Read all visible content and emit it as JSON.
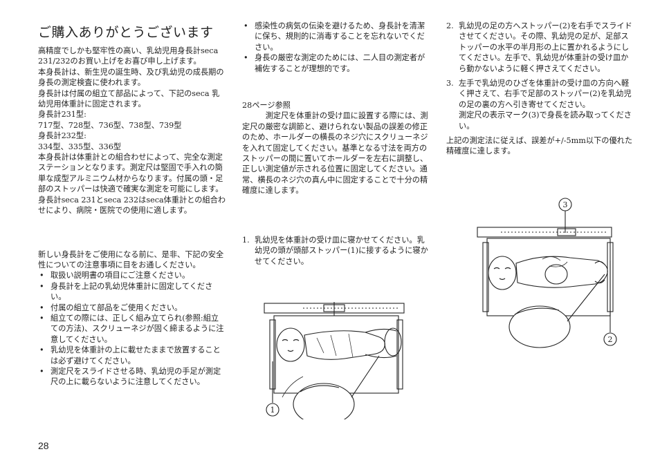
{
  "col1": {
    "title": "ご購入ありがとうございます",
    "intro": [
      "高精度でしかも堅牢性の高い、乳幼児用身長計seca 231/232のお買い上げをお喜び申し上げます。",
      "本身長計は、新生児の誕生時、及び乳幼児の成長期の身長の測定検査に使われます。",
      "身長計は付属の組立て部品によって、下記のseca 乳幼児用体重計に固定されます。",
      "身長計231型:",
      "717型、728型、736型、738型、739型",
      "身長計232型:",
      "334型、335型、336型",
      "本身長計は体重計との組合わせによって、完全な測定ステーションとなります。測定尺は堅固で手入れの簡単な成型アルミニウム材からなります。付属の頭・足部のストッパーは快適で確実な測定を可能にします。身長計seca 231とseca 232はseca体重計との組合わせにより、病院・医院での使用に適します。"
    ],
    "safety_intro": "新しい身長計をご使用になる前に、是非、下記の安全性についての注意事項に目をお通しください。",
    "safety_items": [
      "取扱い説明書の項目にご注意ください。",
      "身長計を上記の乳幼児体重計に固定してください。",
      "付属の組立て部品をご使用ください。",
      "組立ての際には、正しく組み立てられ(参照:組立ての方法)、スクリューネジが固く締まるように注意してください。",
      "乳幼児を体重計の上に載せたままで放置することは必ず避けてください。",
      "測定尺をスライドさせる時、乳幼児の手足が測定尺の上に載らないように注意してください。"
    ]
  },
  "col2": {
    "bullets": [
      "感染性の病気の伝染を避けるため、身長計を清潔に保ち、規則的に消毒することを忘れないでください。",
      "身長の厳密な測定のためには、二人目の測定者が補佐することが理想的です。"
    ],
    "ref": "28ページ参照",
    "ref_text": "測定尺を体重計の受け皿に設置する際には、測定尺の厳密な調節と、避けられない製品の誤差の修正のため、ホールダーの横長のネジ穴にスクリューネジを入れて固定してください。基準となる寸法を両方のストッパーの間に置いてホールダーを左右に調整し、正しい測定値が示される位置に固定してください。通常、横長のネジ穴の真ん中に固定することで十分の精確度に達します。",
    "step1_num": "1.",
    "step1": "乳幼児を体重計の受け皿に寝かせてください。乳幼児の頭が頭部ストッパー(1)に接するように寝かせてください。",
    "fig_callout": "1"
  },
  "col3": {
    "step2_num": "2.",
    "step2": "乳幼児の足の方へストッパー(2)を右手でスライドさせてください。その際、乳幼児の足が、足部ストッパーの水平の半月形の上に置かれるようにしてください。左手で、乳幼児が体重計の受け皿から動かないように軽く押さえてください。",
    "step3_num": "3.",
    "step3a": "左手で乳幼児のひざを体重計の受け皿の方向へ軽く押さえて、右手で足部のストッパー(2)を乳幼児の足の裏の方へ引き寄せてください。",
    "step3b": "測定尺の表示マーク(3)で身長を読み取ってください。",
    "conclusion": "上記の測定法に従えば、誤差が+/-5mm以下の優れた精確度に達します。",
    "fig_callout_3": "3",
    "fig_callout_2": "2"
  },
  "page_number": "28"
}
